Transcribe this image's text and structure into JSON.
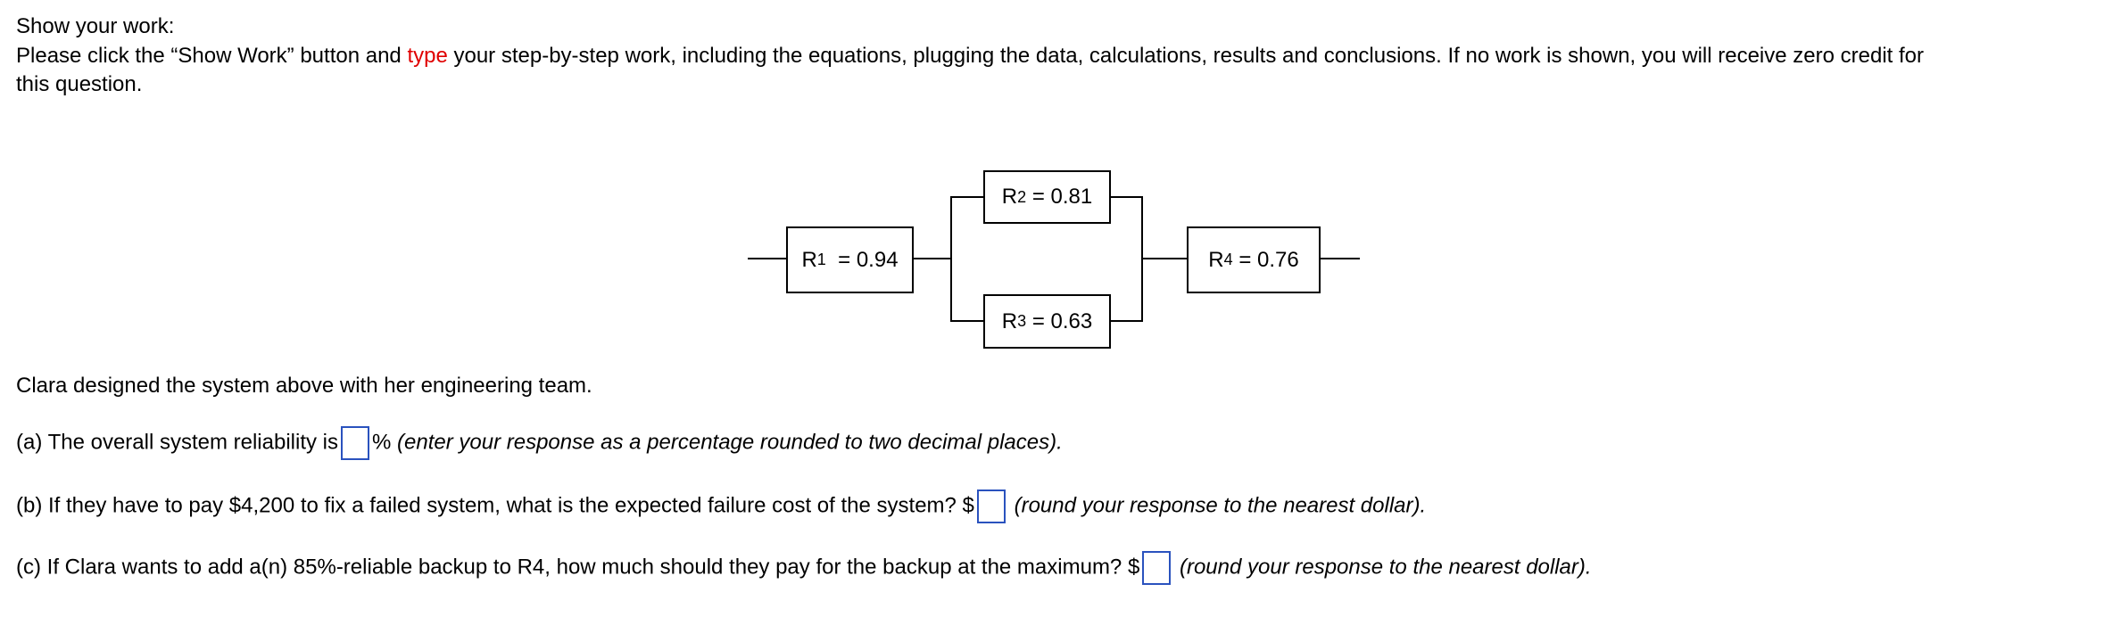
{
  "header": {
    "title": "Show your work:",
    "instr_pre": "Please click the “Show Work” button and ",
    "instr_red": "type",
    "instr_post": " your step-by-step work, including the equations, plugging the data, calculations, results and conclusions. If no work is shown, you will receive zero credit for",
    "instr_line2": "this question."
  },
  "diagram": {
    "blocks": [
      {
        "label": "R",
        "sub": "1",
        "value": "= 0.94"
      },
      {
        "label": "R",
        "sub": "2",
        "value": "= 0.81"
      },
      {
        "label": "R",
        "sub": "3",
        "value": "= 0.63"
      },
      {
        "label": "R",
        "sub": "4",
        "value": "= 0.76"
      }
    ]
  },
  "question": {
    "intro": "Clara designed the system above with her engineering team.",
    "a_pre": "(a) The overall system reliability is",
    "a_post": "%",
    "a_hint": " (enter your response as a percentage rounded to two decimal places).",
    "b_pre": "(b) If they have to pay $4,200 to fix a failed system, what is the expected failure cost of the system? $",
    "b_hint": "(round your response to the nearest dollar).",
    "c_pre": "(c) If Clara wants to add a(n) 85%-reliable backup to R4, how much should they pay for the backup at the maximum? $",
    "c_hint": "(round your response to the nearest dollar)."
  },
  "colors": {
    "accent_red": "#e00000",
    "input_border": "#2a52be"
  }
}
